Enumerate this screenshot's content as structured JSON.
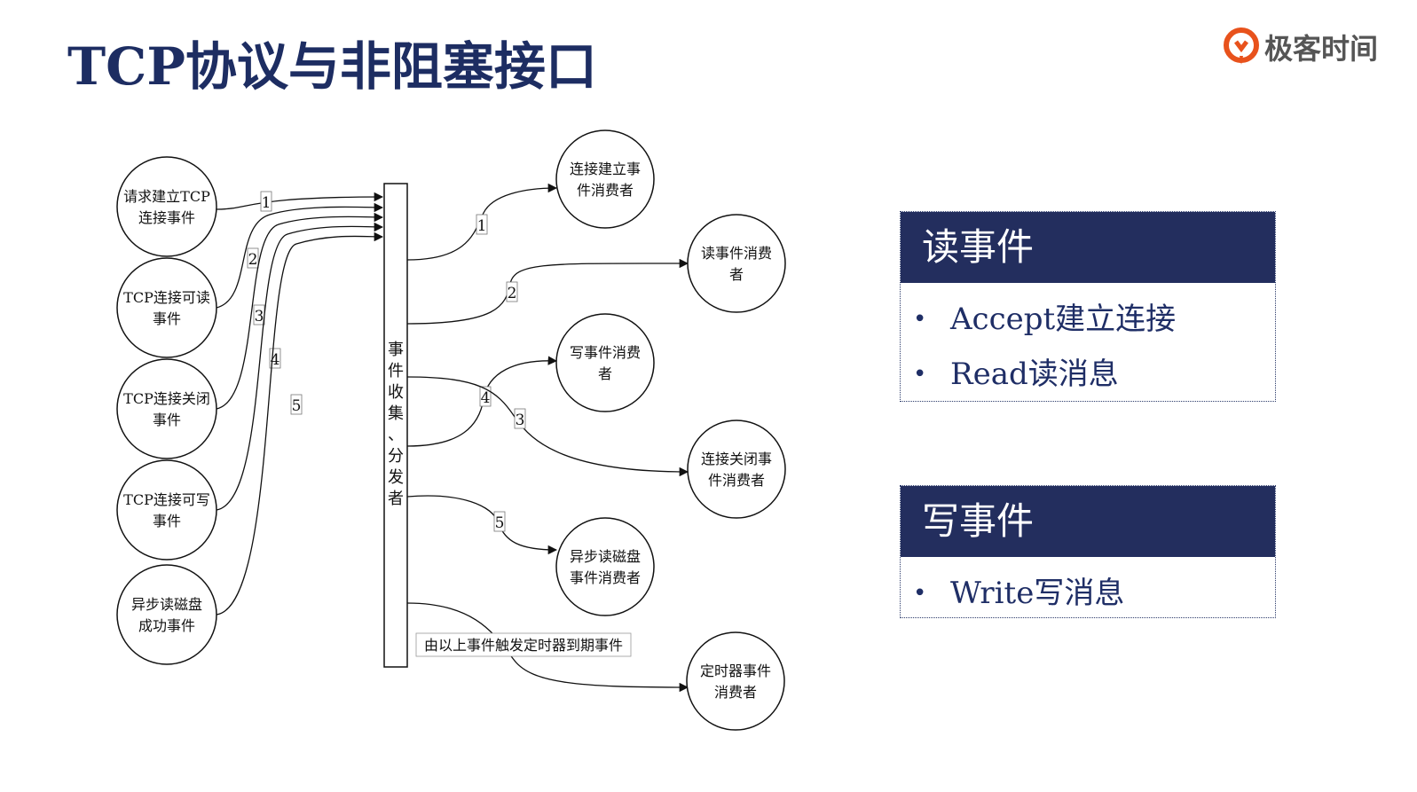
{
  "title": "TCP协议与非阻塞接口",
  "logo": {
    "text": "极客时间",
    "icon": "geektime-logo-icon",
    "color": "#e8521c"
  },
  "colors": {
    "title": "#1d2d62",
    "panel_header": "#232e5e",
    "panel_text": "#1f2e66"
  },
  "diagram": {
    "dispatcher": "事件收集、分发者",
    "dispatcher_chars": [
      "事",
      "件",
      "收",
      "集",
      "、",
      "分",
      "发",
      "者"
    ],
    "sources": [
      {
        "lines": [
          "请求建立TCP",
          "连接事件"
        ],
        "edge": "1"
      },
      {
        "lines": [
          "TCP连接可读",
          "事件"
        ],
        "edge": "2"
      },
      {
        "lines": [
          "TCP连接关闭",
          "事件"
        ],
        "edge": "3"
      },
      {
        "lines": [
          "TCP连接可写",
          "事件"
        ],
        "edge": "4"
      },
      {
        "lines": [
          "异步读磁盘",
          "成功事件"
        ],
        "edge": "5"
      }
    ],
    "consumers": [
      {
        "lines": [
          "连接建立事",
          "件消费者"
        ],
        "edge": "1"
      },
      {
        "lines": [
          "读事件消费",
          "者"
        ],
        "edge": "2"
      },
      {
        "lines": [
          "写事件消费",
          "者"
        ],
        "edge": "4"
      },
      {
        "lines": [
          "连接关闭事",
          "件消费者"
        ],
        "edge": "3"
      },
      {
        "lines": [
          "异步读磁盘",
          "事件消费者"
        ],
        "edge": "5"
      },
      {
        "lines": [
          "定时器事件",
          "消费者"
        ],
        "edge": ""
      }
    ],
    "timer_label": "由以上事件触发定时器到期事件"
  },
  "panels": [
    {
      "header": "读事件",
      "items": [
        "Accept建立连接",
        "Read读消息"
      ]
    },
    {
      "header": "写事件",
      "items": [
        "Write写消息"
      ]
    }
  ]
}
